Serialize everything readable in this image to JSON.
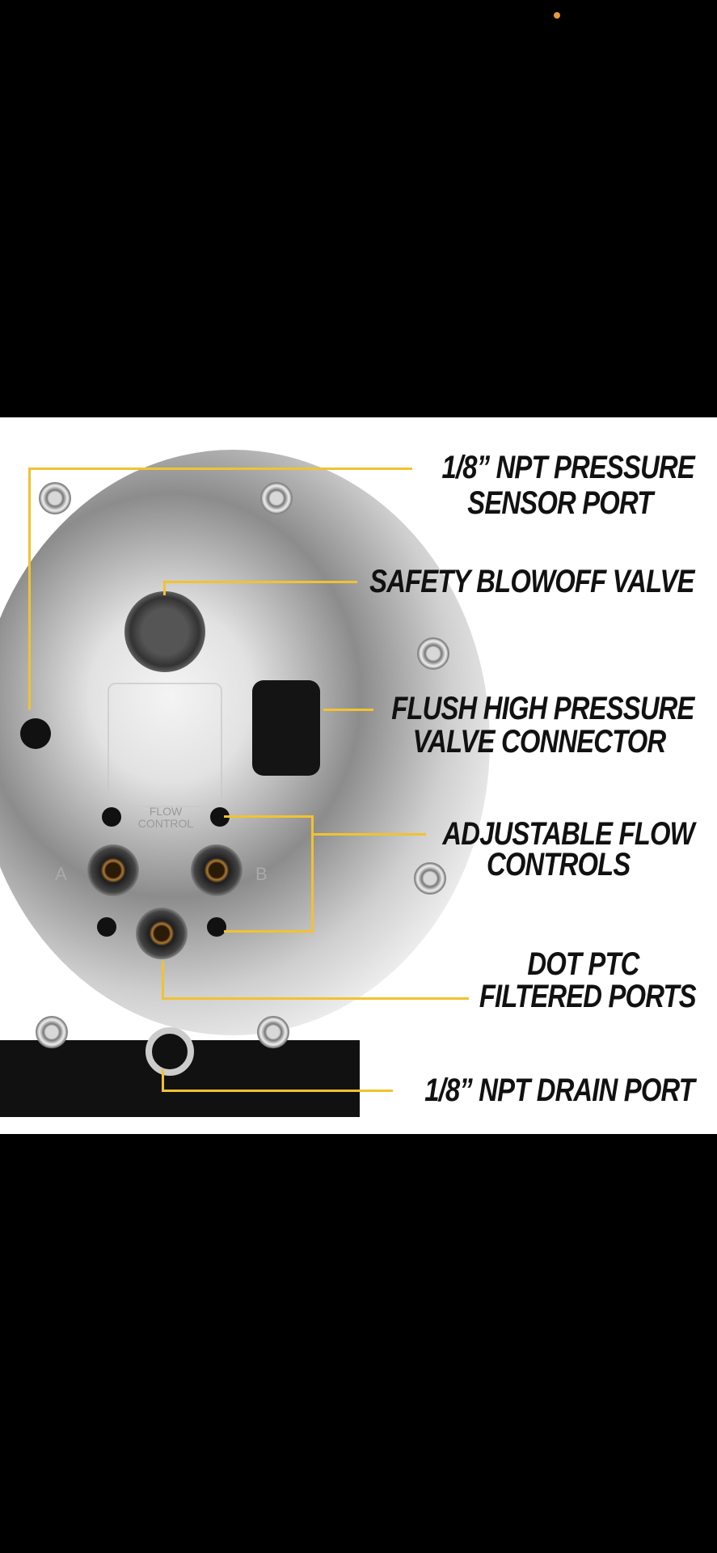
{
  "status_indicator_color": "#e79a3c",
  "callouts": {
    "pressure_sensor": [
      "1/8” NPT PRESSURE",
      "SENSOR PORT"
    ],
    "blowoff": "SAFETY BLOWOFF VALVE",
    "connector": [
      "FLUSH HIGH PRESSURE",
      "VALVE CONNECTOR"
    ],
    "flow": [
      "ADJUSTABLE FLOW",
      "CONTROLS"
    ],
    "ptc": [
      "DOT PTC",
      "FILTERED PORTS"
    ],
    "drain": "1/8” NPT DRAIN PORT"
  },
  "device_marks": {
    "flow_control": "FLOW CONTROL",
    "port_a": "A",
    "port_b": "B"
  },
  "accent_color": "#f2c230"
}
